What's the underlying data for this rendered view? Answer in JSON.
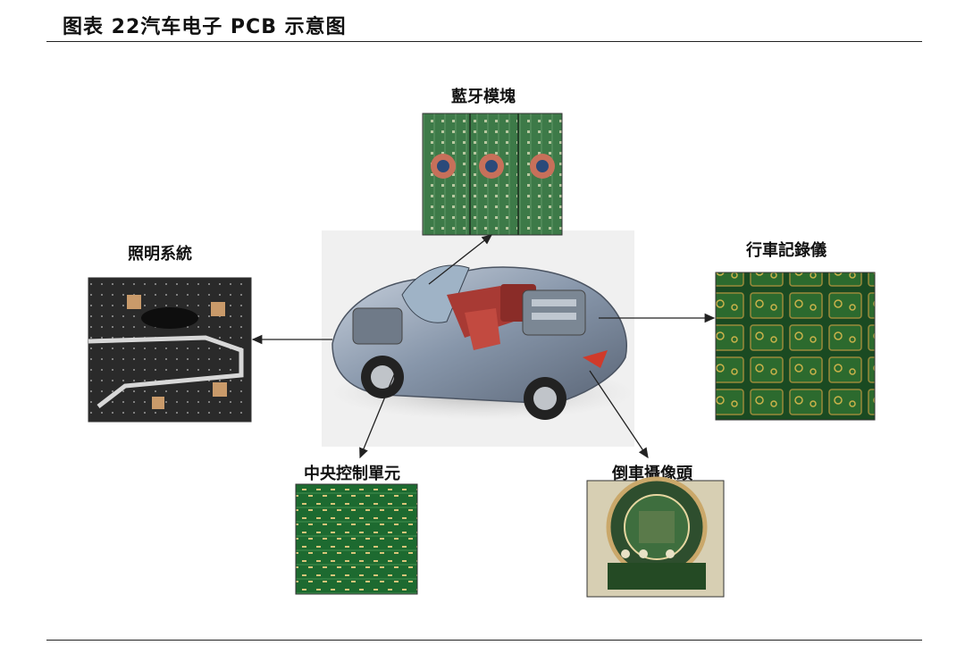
{
  "header": {
    "title": "图表 22汽车电子 PCB 示意图"
  },
  "nodes": {
    "bluetooth": "藍牙模塊",
    "lighting": "照明系統",
    "dashcam": "行車記錄儀",
    "ecu": "中央控制單元",
    "reverse_camera": "倒車攝像頭"
  }
}
